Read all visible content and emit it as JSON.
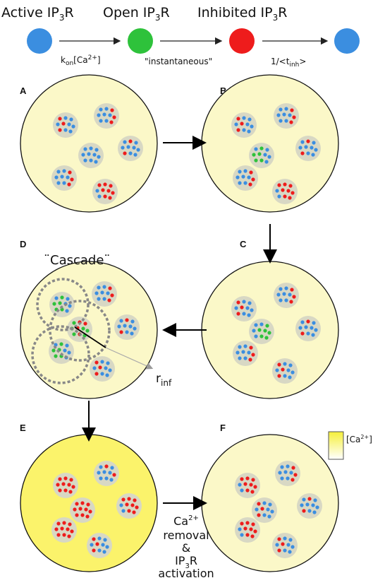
{
  "states": {
    "active": {
      "label": "Active IP",
      "sub": "3",
      "suffix": "R",
      "color": "#3b8ee0"
    },
    "open": {
      "label": "Open IP",
      "sub": "3",
      "suffix": "R",
      "color": "#2ec23b"
    },
    "inhibited": {
      "label": "Inhibited IP",
      "sub": "3",
      "suffix": "R",
      "color": "#ee1c1c"
    }
  },
  "transitions": {
    "t1": {
      "main": "k",
      "sub": "on",
      "rest": "[Ca",
      "sup": "2+",
      "end": "]"
    },
    "t2": {
      "text": "\"instantaneous\""
    },
    "t3": {
      "pre": "1/<t",
      "sub": "inh",
      "end": ">"
    }
  },
  "panels": {
    "A": {
      "letter": "A"
    },
    "B": {
      "letter": "B"
    },
    "C": {
      "letter": "C"
    },
    "D": {
      "letter": "D",
      "label": "¨Cascade¨",
      "radius_label": "r",
      "radius_sub": "inf"
    },
    "E": {
      "letter": "E"
    },
    "F": {
      "letter": "F"
    }
  },
  "legend": {
    "main": "[Ca",
    "sup": "2+",
    "end": "]"
  },
  "ef_arrow_label": {
    "line1_main": "Ca",
    "line1_sup": "2+",
    "line2": "removal",
    "line3": "&",
    "line4_main": "IP",
    "line4_sub": "3",
    "line4_end": "R",
    "line5": "activation"
  },
  "colors": {
    "cell_fill": "#fbf8c8",
    "cell_fill_high": "#fbf36b",
    "cluster_fill": "#d8d8c4",
    "active": "#3b8ee0",
    "open": "#2ec23b",
    "inhibited": "#ee1c1c"
  }
}
